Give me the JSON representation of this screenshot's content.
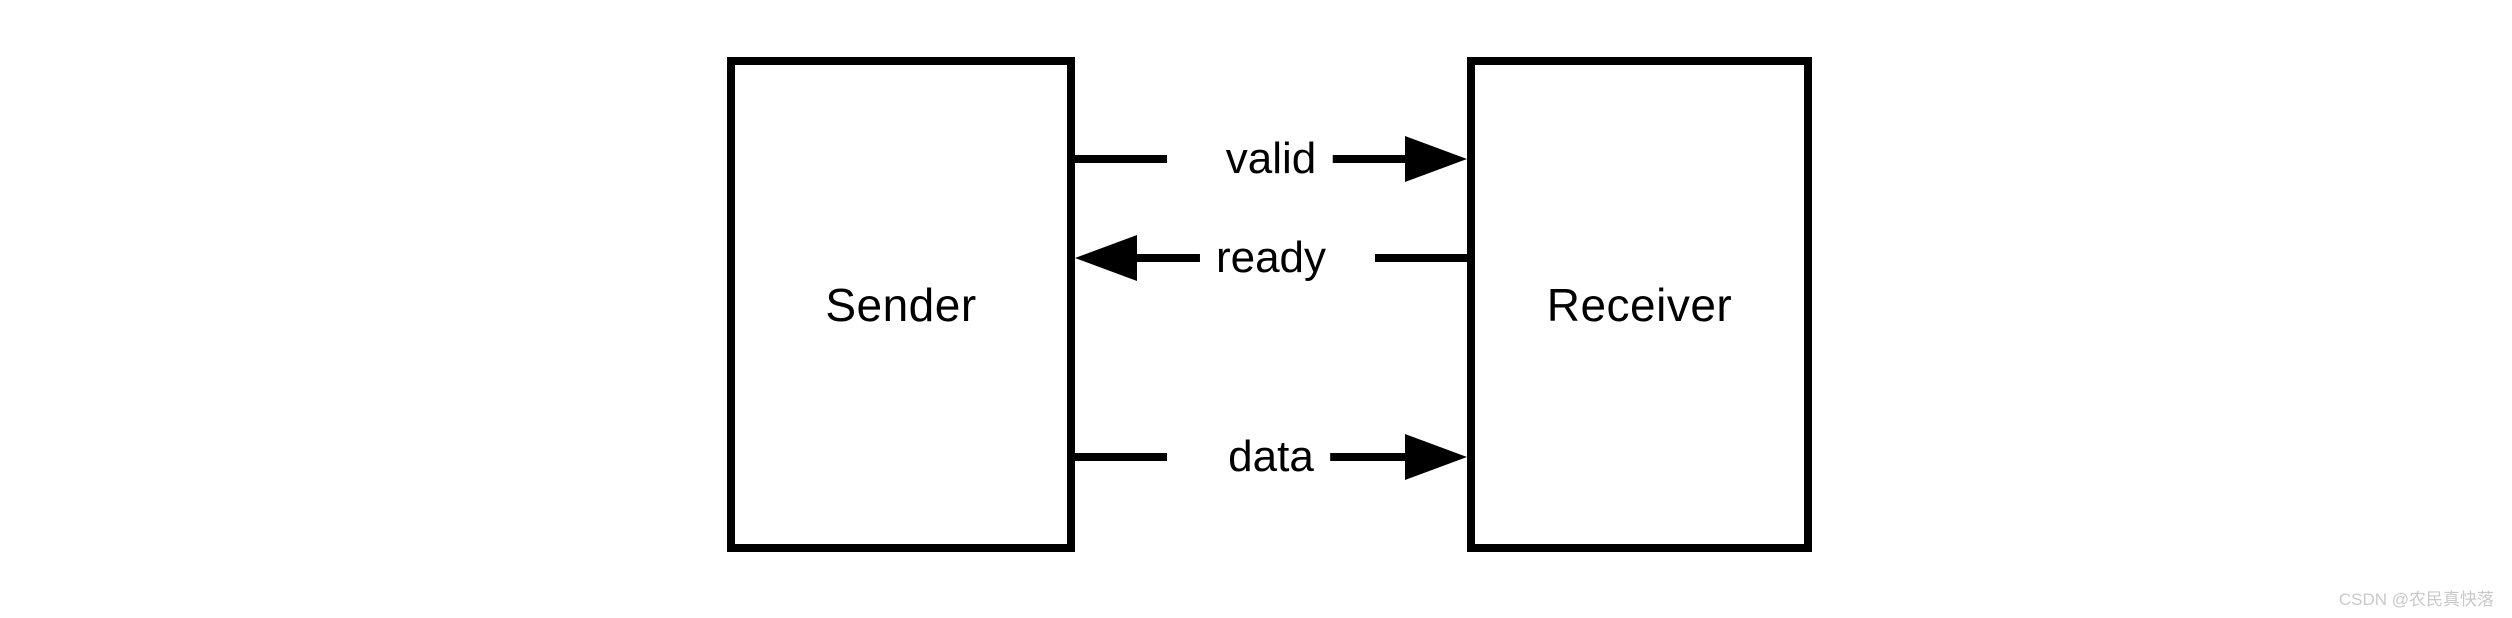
{
  "diagram": {
    "type": "block-signal-diagram",
    "background_color": "#ffffff",
    "stroke_color": "#000000",
    "blocks": [
      {
        "id": "sender",
        "label": "Sender"
      },
      {
        "id": "receiver",
        "label": "Receiver"
      }
    ],
    "signals": [
      {
        "id": "valid",
        "label": "valid",
        "direction": "sender-to-receiver",
        "arrow": "right"
      },
      {
        "id": "ready",
        "label": "ready",
        "direction": "receiver-to-sender",
        "arrow": "left"
      },
      {
        "id": "data",
        "label": "data",
        "direction": "sender-to-receiver",
        "arrow": "right"
      }
    ]
  },
  "watermark": {
    "text": "CSDN @农民真快落",
    "color": "#c9c9c9"
  }
}
